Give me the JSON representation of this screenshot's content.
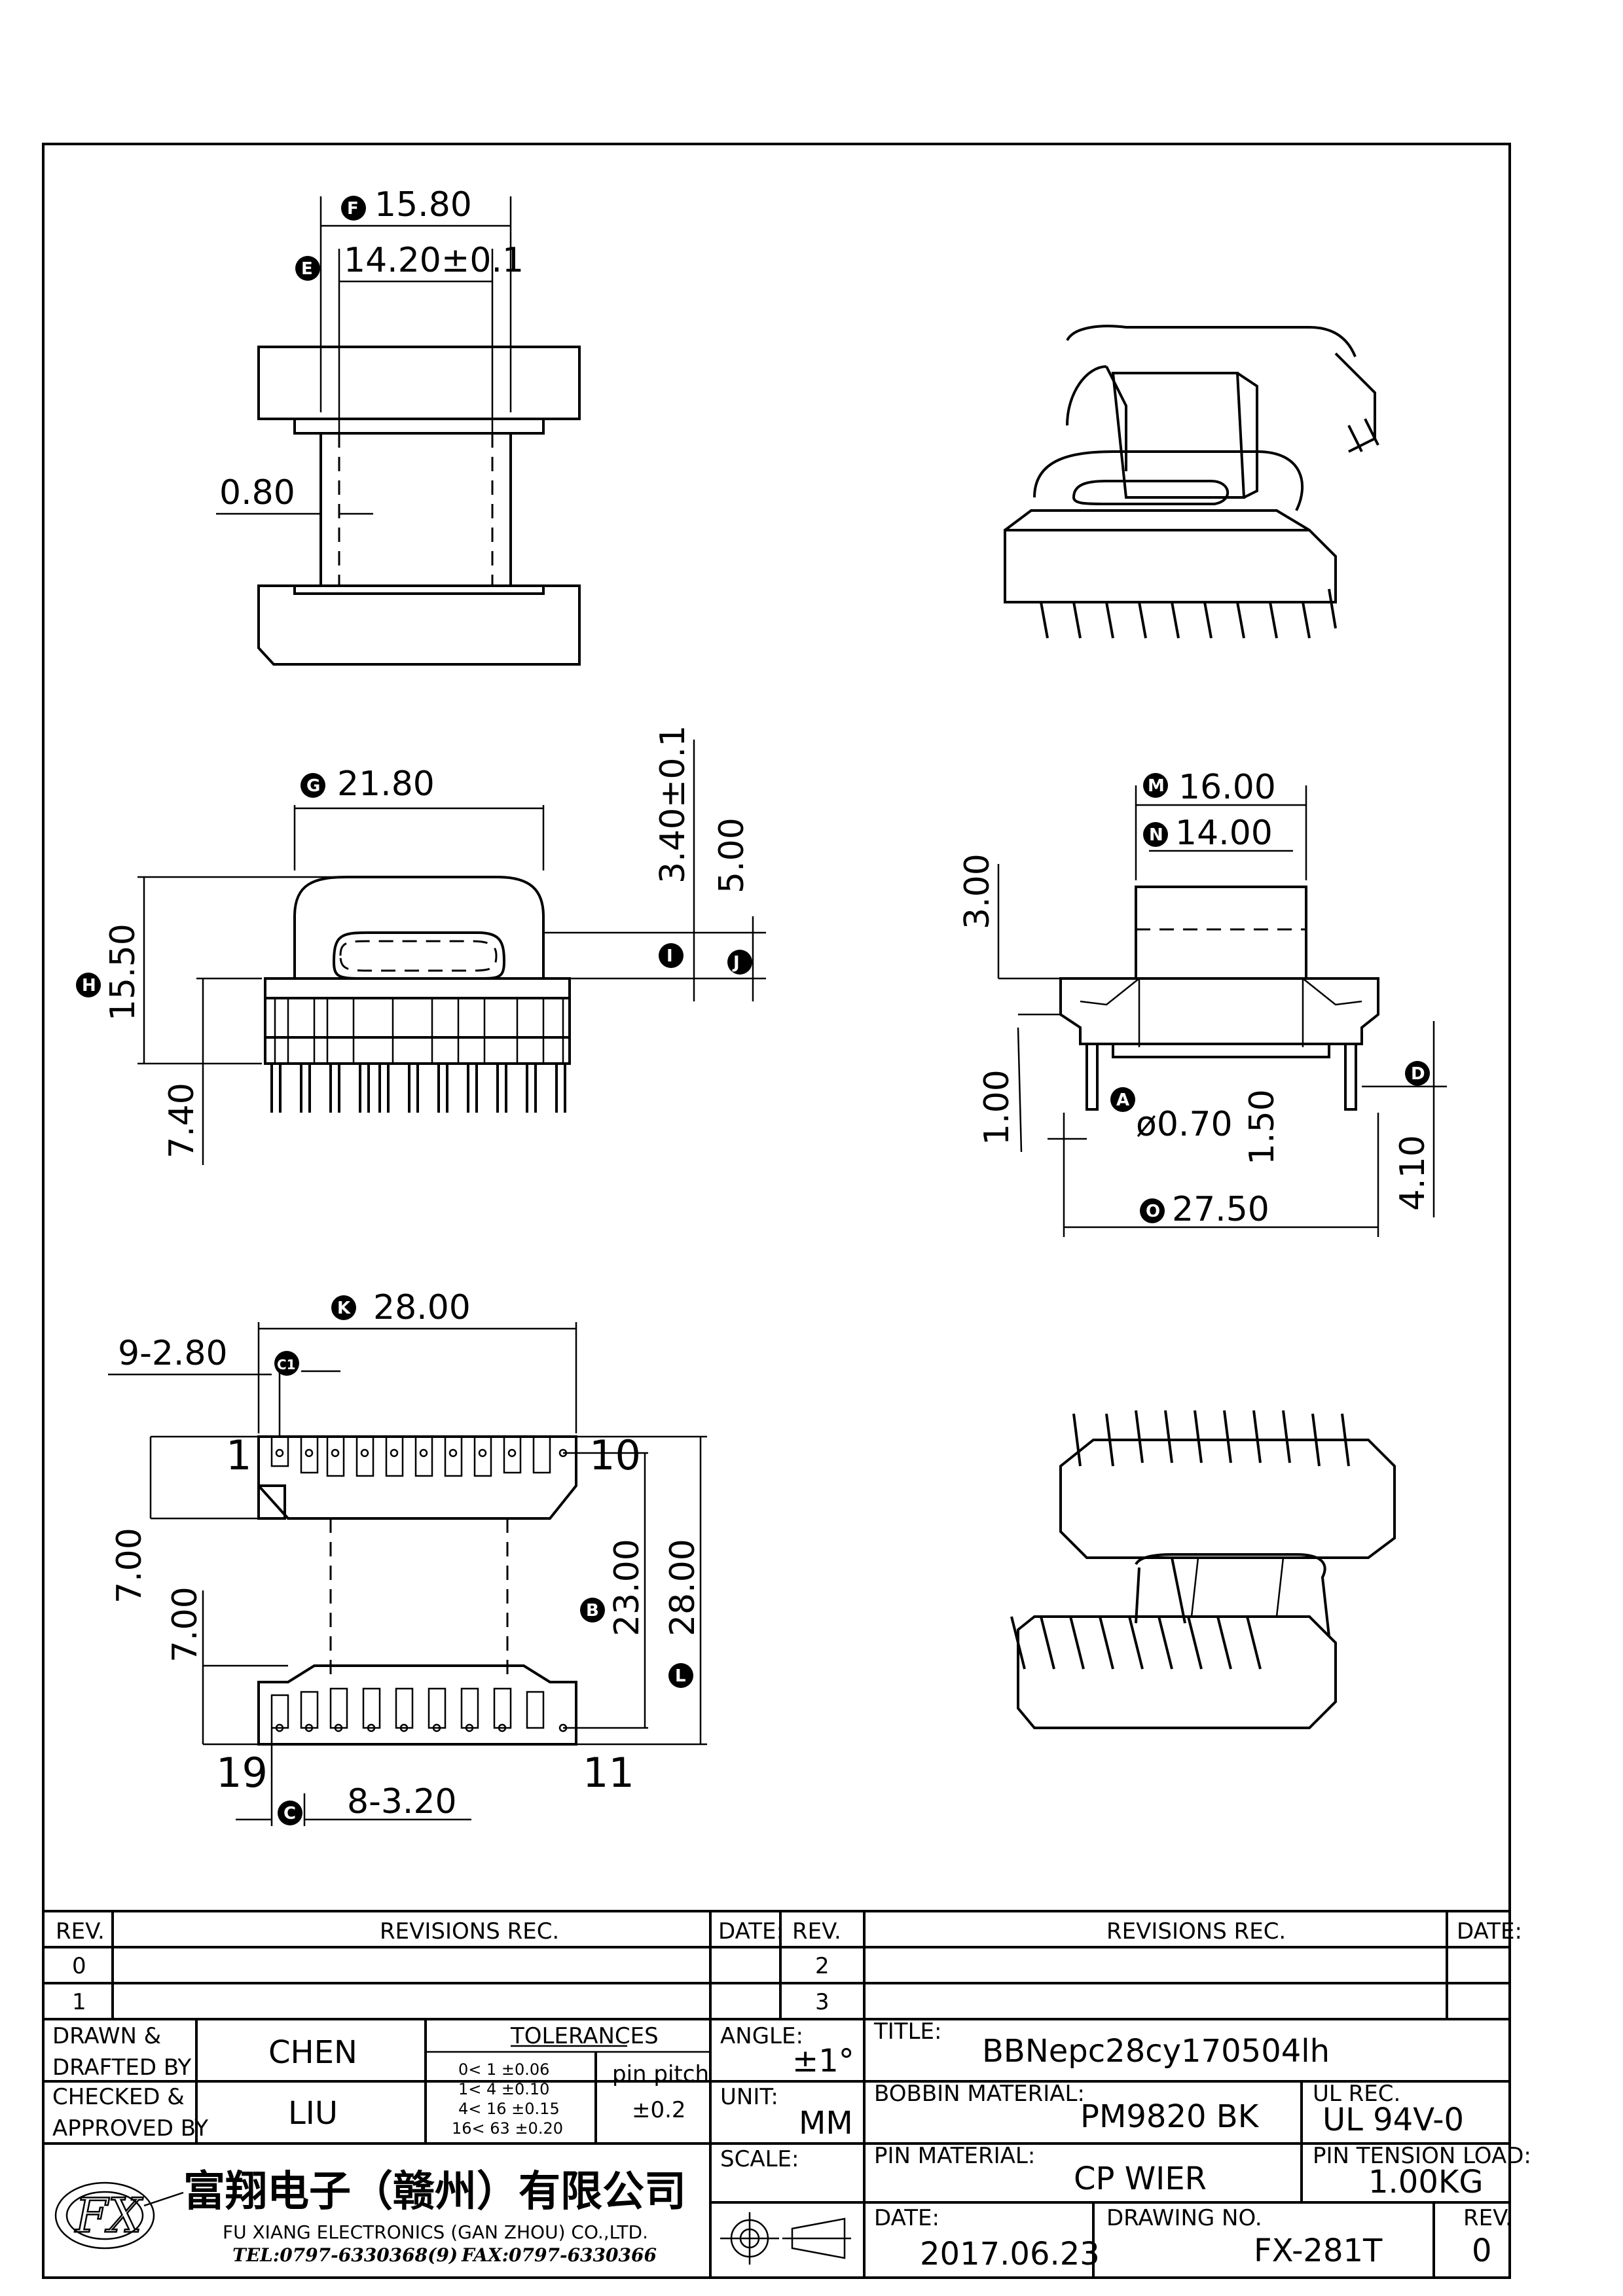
{
  "views": {
    "top": {
      "dim_f": "15.80",
      "dim_e": "14.20±0.1",
      "dim_wall": "0.80"
    },
    "front": {
      "dim_g": "21.80",
      "dim_i": "3.40±0.1",
      "dim_j": "5.00",
      "dim_h": "15.50",
      "dim_pin": "7.40"
    },
    "side": {
      "dim_m": "16.00",
      "dim_n": "14.00",
      "dim_top": "3.00",
      "dim_a": "ø0.70",
      "dim_step": "1.00",
      "dim_pin_h": "1.50",
      "dim_o": "27.50",
      "dim_d": "4.10"
    },
    "bottom": {
      "dim_k": "28.00",
      "dim_c1": "9-2.80",
      "dim_c": "8-3.20",
      "dim_left1": "7.00",
      "dim_left2": "7.00",
      "dim_b": "23.00",
      "dim_l": "28.00",
      "pin_1": "1",
      "pin_10": "10",
      "pin_19": "19",
      "pin_11": "11"
    }
  },
  "bubbles": {
    "A": "A",
    "B": "B",
    "C": "C",
    "C1": "C1",
    "D": "D",
    "E": "E",
    "F": "F",
    "G": "G",
    "H": "H",
    "I": "I",
    "J": "J",
    "K": "K",
    "L": "L",
    "M": "M",
    "N": "N",
    "O": "O"
  },
  "title_block": {
    "rev_header_left": "REV.",
    "revisions_left": "REVISIONS   REC.",
    "date_left": "DATE:",
    "rev_header_right": "REV.",
    "revisions_right": "REVISIONS   REC.",
    "date_right": "DATE:",
    "rev_rows_left": [
      "0",
      "1"
    ],
    "rev_rows_right": [
      "2",
      "3"
    ],
    "drawn_label_1": "DRAWN &",
    "drawn_label_2": "DRAFTED BY",
    "drawn_value": "CHEN",
    "checked_label_1": "CHECKED &",
    "checked_label_2": "APPROVED BY",
    "checked_value": "LIU",
    "tolerances_title": "TOLERANCES",
    "tolerance_rows": [
      "0<   1    ±0.06",
      "1<   4    ±0.10",
      "4<  16   ±0.15",
      "16<   63  ±0.20"
    ],
    "pin_pitch_label": "pin pitch",
    "pin_pitch_value": "±0.2",
    "angle_label": "ANGLE:",
    "angle_value": "±1°",
    "unit_label": "UNIT:",
    "unit_value": "MM",
    "scale_label": "SCALE:",
    "title_label": "TITLE:",
    "title_value": "BBNepc28cy170504lh",
    "bobbin_label": "BOBBIN MATERIAL:",
    "bobbin_value": "PM9820  BK",
    "ul_label": "UL REC.",
    "ul_value": "UL  94V-0",
    "pin_material_label": "PIN MATERIAL:",
    "pin_material_value": "CP  WIER",
    "pin_tension_label": "PIN TENSION LOAD:",
    "pin_tension_value": "1.00KG",
    "date_label": "DATE:",
    "date_value": "2017.06.23",
    "drawing_no_label": "DRAWING NO.",
    "drawing_no_value": "FX-281T",
    "rev_label": "REV.",
    "rev_value": "0",
    "company_cn": "富翔电子（赣州）有限公司",
    "company_en": "FU XIANG ELECTRONICS (GAN ZHOU) CO.,LTD.",
    "tel": "TEL:0797-6330368(9)",
    "fax": "FAX:0797-6330366",
    "logo_text": "FX"
  }
}
